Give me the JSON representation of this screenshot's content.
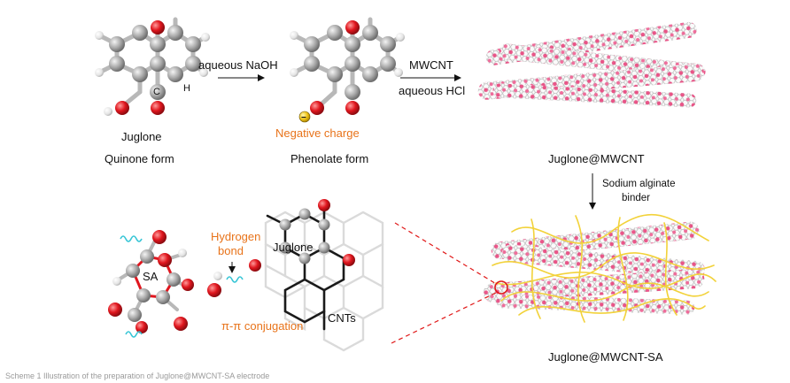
{
  "labels": {
    "juglone": "Juglone",
    "quinone_form": "Quinone form",
    "phenolate_form": "Phenolate form",
    "negative_charge": "Negative charge",
    "juglone_mwcnt": "Juglone@MWCNT",
    "juglone_mwcnt_sa": "Juglone@MWCNT-SA",
    "sa": "SA",
    "hydrogen": "Hydrogen",
    "bond": "bond",
    "juglone_inset": "Juglone",
    "cnts": "CNTs",
    "pi_pi": "π-π conjugation",
    "atom_c": "C",
    "atom_h": "H",
    "minus_sign": "−"
  },
  "arrows": {
    "step1": "aqueous NaOH",
    "step2_a": "MWCNT",
    "step2_b": "aqueous HCl",
    "step3_a": "Sodium alginate",
    "step3_b": "binder"
  },
  "caption": "Scheme 1 Illustration of the preparation of Juglone@MWCNT-SA electrode",
  "colors": {
    "oxygen": "#e0161e",
    "carbon": "#9a9a9a",
    "hydrogen": "#e6e6e6",
    "orange": "#e8731a",
    "pink": "#e8457d",
    "binder": "#f2d23a",
    "helix": "#39c6d6",
    "dashed": "#e01818"
  }
}
